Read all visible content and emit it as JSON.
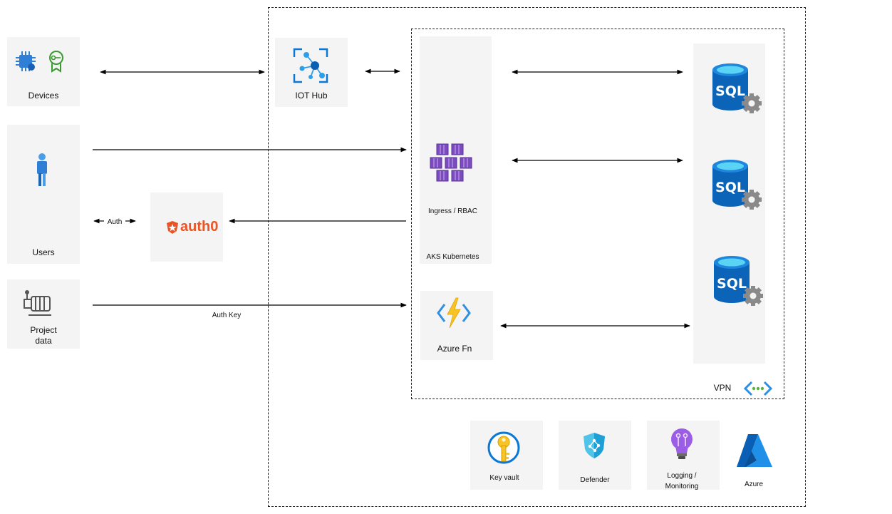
{
  "left": {
    "devices": "Devices",
    "users": "Users",
    "project_data": "Project\ndata",
    "auth0_brand": "auth0"
  },
  "azure": {
    "iot_hub": "IOT Hub",
    "ingress": "Ingress / RBAC",
    "aks": "AKS Kubernetes",
    "azure_fn": "Azure Fn",
    "vpn": "VPN",
    "sql_label": "SQL"
  },
  "services": {
    "key_vault": "Key vault",
    "defender": "Defender",
    "logging": "Logging /\nMonitoring",
    "azure": "Azure"
  },
  "edges": {
    "auth": "Auth",
    "auth_key": "Auth Key"
  },
  "colors": {
    "sql_blue": "#0b64b8",
    "aks_purple": "#7b4bbf",
    "auth0_red": "#eb5424",
    "function_yellow": "#f7c325",
    "azure_blue": "#0a78d4"
  }
}
